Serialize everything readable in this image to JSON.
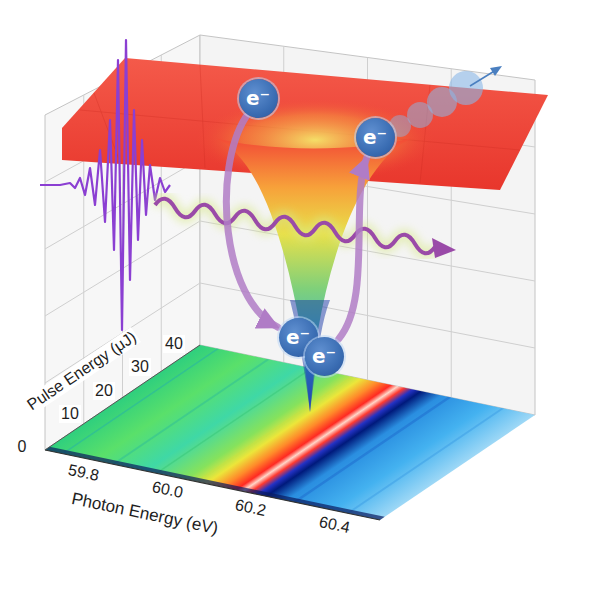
{
  "diagram": {
    "nodes": [
      {
        "text": [
          "e⁻"
        ]
      },
      {
        "text": [
          "e⁻"
        ]
      },
      {
        "text": [
          "e⁻"
        ]
      },
      {
        "text": [
          "e⁻"
        ]
      }
    ],
    "edges": [
      {
        "from": 0,
        "to": 2,
        "arrow": "to"
      },
      {
        "from": 3,
        "to": 1,
        "arrow": "to"
      }
    ],
    "labels": [
      "Pulse Energy (μJ)",
      "0",
      "10",
      "20",
      "30",
      "40",
      "59.8",
      "60.0",
      "60.2",
      "60.4",
      "Photon Energy (eV)"
    ]
  }
}
